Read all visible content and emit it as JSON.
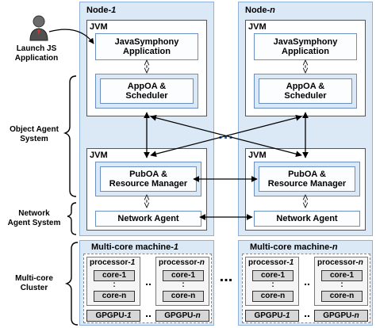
{
  "user": {
    "label_line1": "Launch JS",
    "label_line2": "Application"
  },
  "side_labels": {
    "object_agent_line1": "Object Agent",
    "object_agent_line2": "System",
    "network_agent_line1": "Network",
    "network_agent_line2": "Agent System",
    "cluster_line1": "Multi-core",
    "cluster_line2": "Cluster"
  },
  "nodes": [
    {
      "title_prefix": "Node-",
      "title_index": "1",
      "jvm_top": "JVM",
      "app_line1": "JavaSymphony",
      "app_line2": "Application",
      "appoa_line1": "AppOA &",
      "appoa_line2": "Scheduler",
      "jvm_bottom": "JVM",
      "puboa_line1": "PubOA &",
      "puboa_line2": "Resource Manager",
      "network_agent": "Network Agent"
    },
    {
      "title_prefix": "Node-",
      "title_index": "n",
      "jvm_top": "JVM",
      "app_line1": "JavaSymphony",
      "app_line2": "Application",
      "appoa_line1": "AppOA &",
      "appoa_line2": "Scheduler",
      "jvm_bottom": "JVM",
      "puboa_line1": "PubOA &",
      "puboa_line2": "Resource Manager",
      "network_agent": "Network Agent"
    }
  ],
  "machines": [
    {
      "title_prefix": "Multi-core machine-",
      "title_index": "1",
      "processors": [
        {
          "prefix": "processor-",
          "index": "1",
          "core_a": "core-1",
          "dots": ":",
          "core_b": "core-n"
        },
        {
          "prefix": "processor-",
          "index": "n",
          "core_a": "core-1",
          "dots": ":",
          "core_b": "core-n"
        }
      ],
      "gpgpus": [
        {
          "prefix": "GPGPU-",
          "index": "1"
        },
        {
          "prefix": "GPGPU-",
          "index": "n"
        }
      ]
    },
    {
      "title_prefix": "Multi-core machine-",
      "title_index": "n",
      "processors": [
        {
          "prefix": "processor-",
          "index": "1",
          "core_a": "core-1",
          "dots": ":",
          "core_b": "core-n"
        },
        {
          "prefix": "processor-",
          "index": "n",
          "core_a": "core-1",
          "dots": ":",
          "core_b": "core-n"
        }
      ],
      "gpgpus": [
        {
          "prefix": "GPGPU-",
          "index": "1"
        },
        {
          "prefix": "GPGPU-",
          "index": "n"
        }
      ]
    }
  ],
  "ellipsis": {
    "nodes": "...",
    "machines": "...",
    "processors": "..",
    "gpgpus": ".."
  },
  "colors": {
    "node_bg": "#dbe8f6",
    "accent_border": "#6a8fc4",
    "dots": "#2f5d96"
  }
}
